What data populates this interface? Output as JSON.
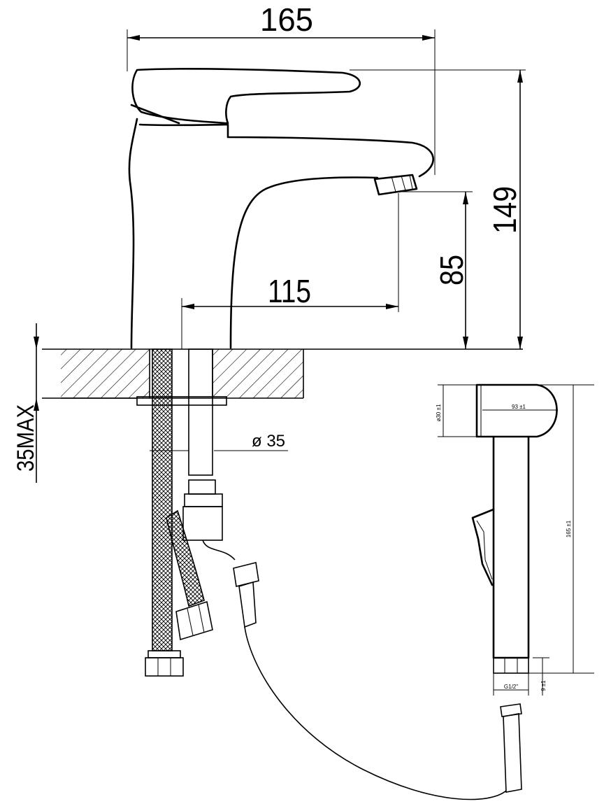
{
  "dimensions": {
    "width_total": "165",
    "height_total": "149",
    "spout_height": "85",
    "spout_reach": "115",
    "counter_max": "35MAX",
    "hole_diameter": "ø 35"
  },
  "hand_shower": {
    "head_diameter": "ø30 ±1",
    "head_length": "93 ±1",
    "total_length": "165 ±1",
    "connector_thread": "G1/2\"",
    "connector_height": "9 ±1"
  }
}
